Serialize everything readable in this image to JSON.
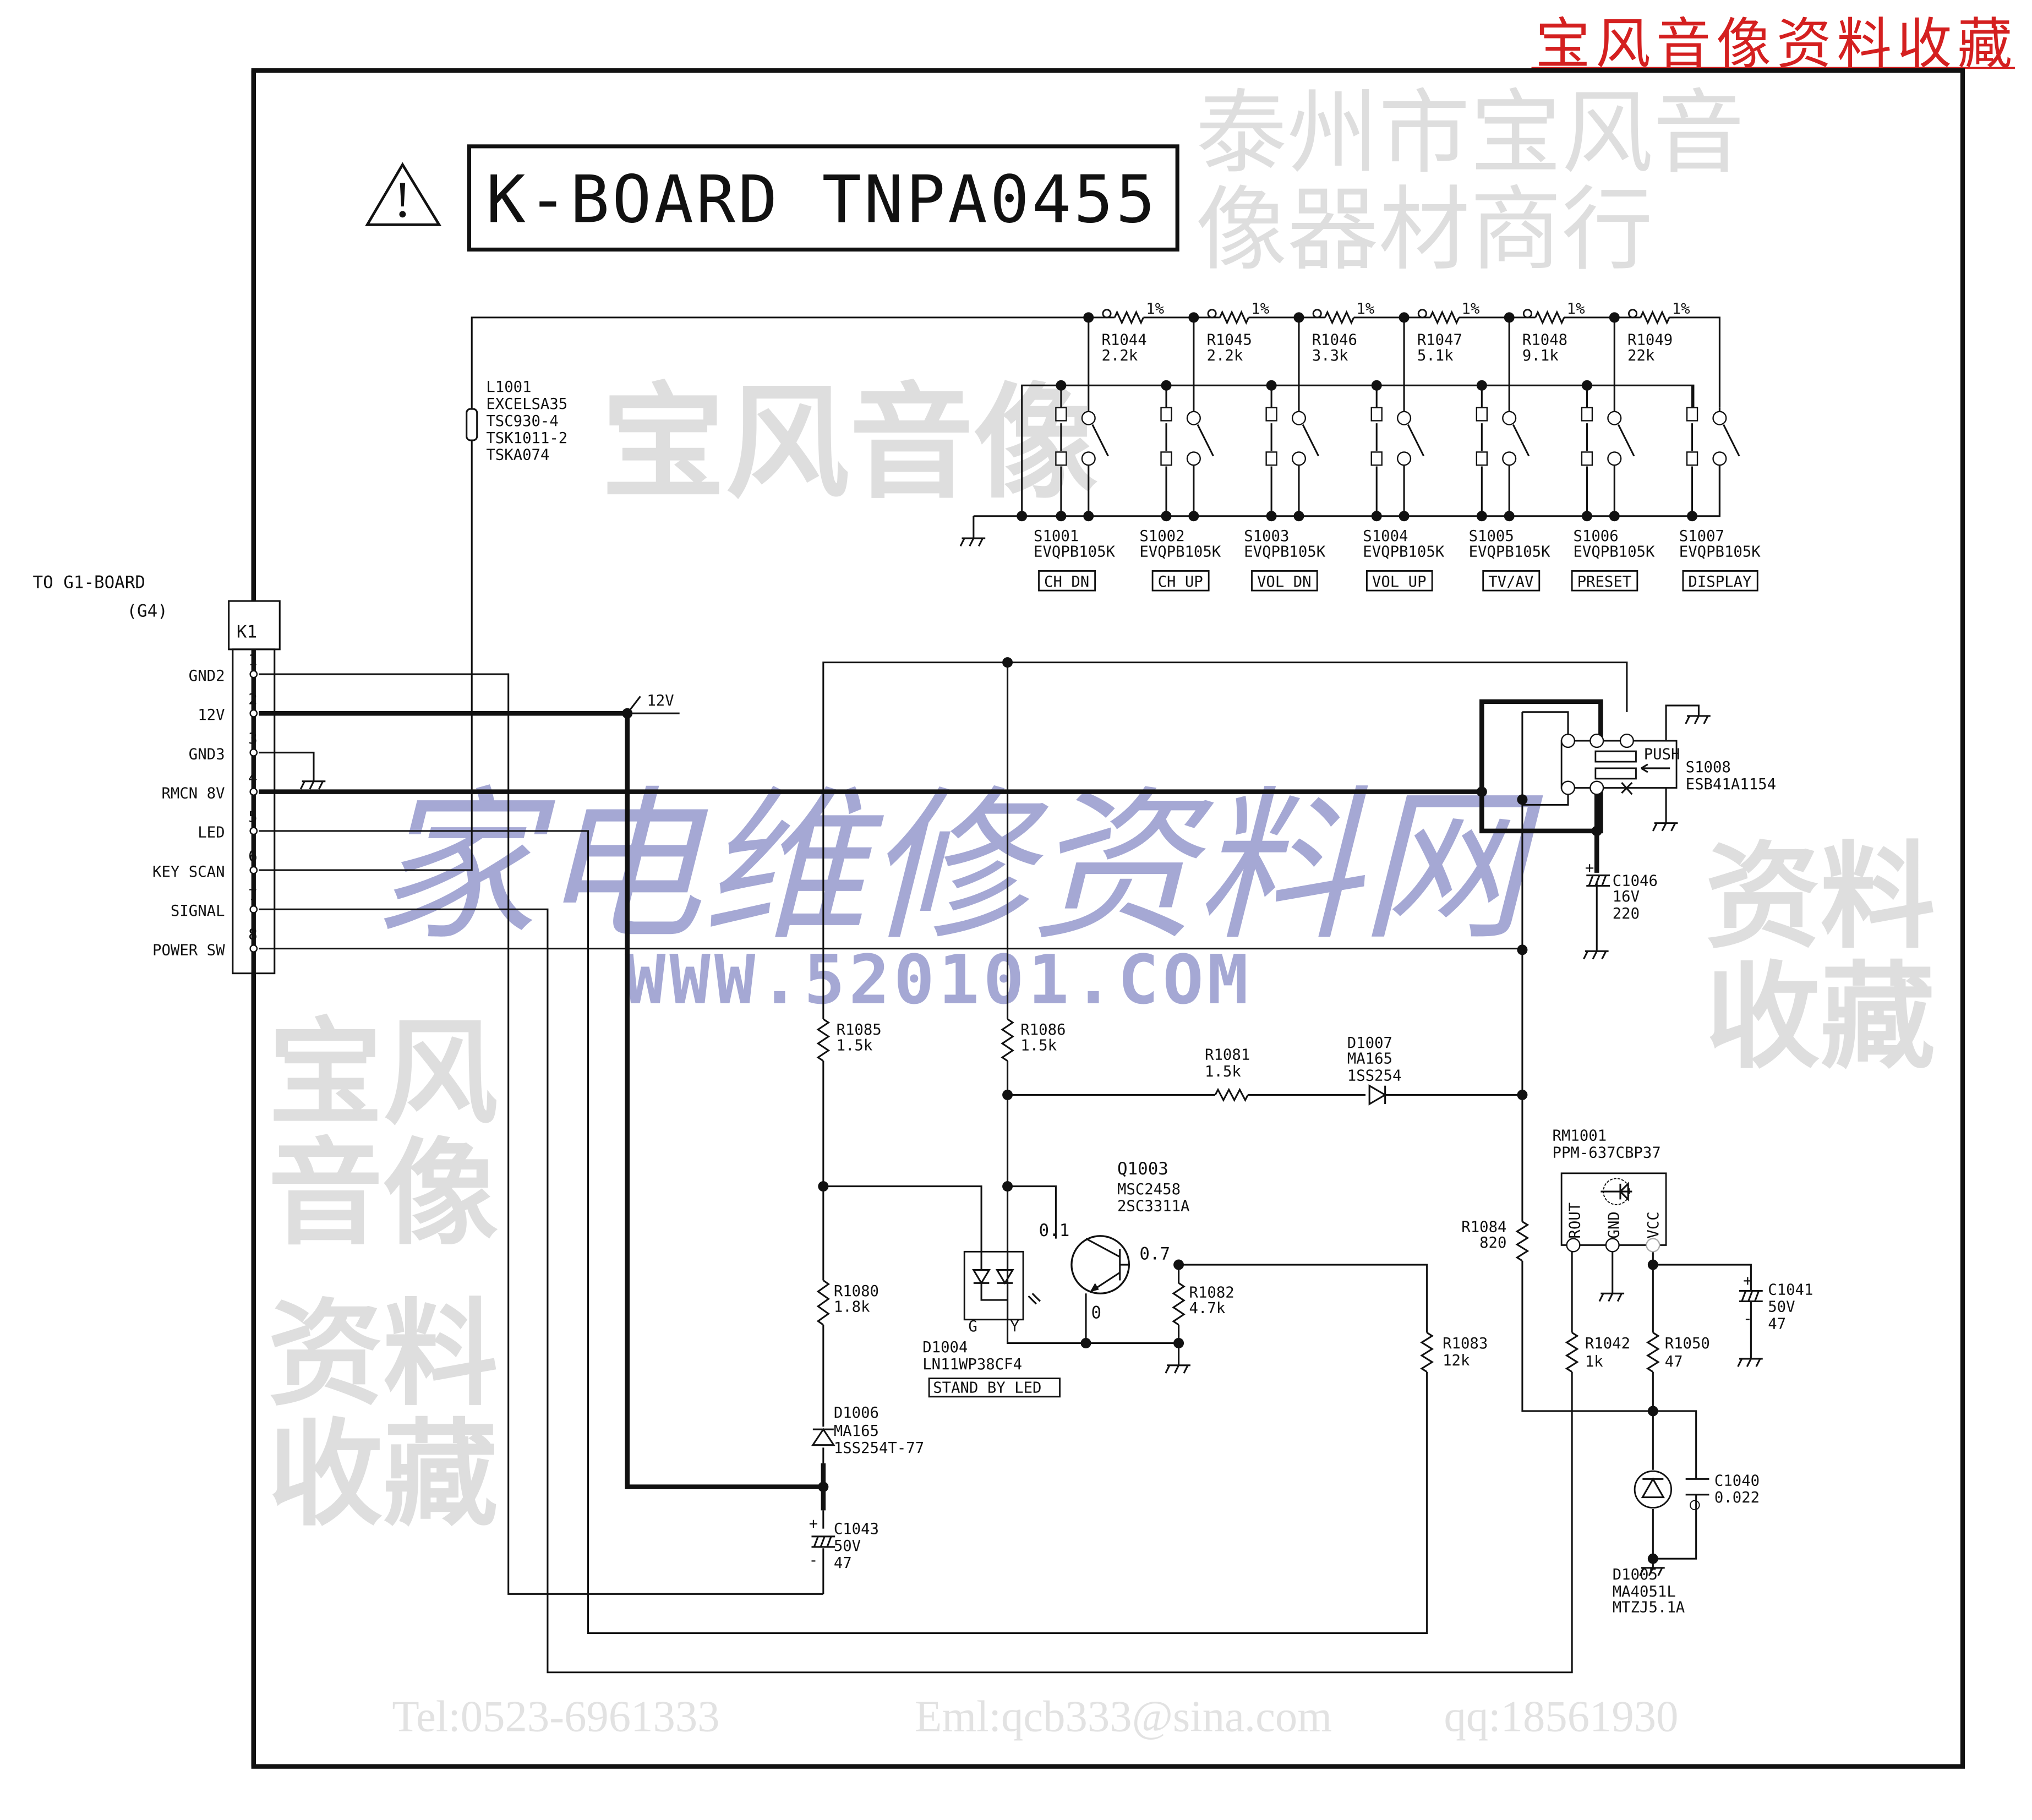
{
  "header_watermark": "宝风音像资料收藏",
  "title": "K-BOARD TNPA0455",
  "connector": {
    "title": "TO G1-BOARD",
    "subtitle": "(G4)",
    "ref": "K1",
    "pins": [
      {
        "num": "1",
        "label": "GND2"
      },
      {
        "num": "2",
        "label": "12V"
      },
      {
        "num": "3",
        "label": "GND3"
      },
      {
        "num": "4",
        "label": "RMCN 8V"
      },
      {
        "num": "5",
        "label": "LED"
      },
      {
        "num": "6",
        "label": "KEY SCAN"
      },
      {
        "num": "7",
        "label": "SIGNAL"
      },
      {
        "num": "8",
        "label": "POWER SW"
      }
    ]
  },
  "net_12v": "12V",
  "l1001": [
    "L1001",
    "EXCELSA35",
    "TSC930-4",
    "TSK1011-2",
    "TSKA074"
  ],
  "key_resistors": [
    {
      "ref": "R1044",
      "value": "2.2k",
      "tol": "1%"
    },
    {
      "ref": "R1045",
      "value": "2.2k",
      "tol": "1%"
    },
    {
      "ref": "R1046",
      "value": "3.3k",
      "tol": "1%"
    },
    {
      "ref": "R1047",
      "value": "5.1k",
      "tol": "1%"
    },
    {
      "ref": "R1048",
      "value": "9.1k",
      "tol": "1%"
    },
    {
      "ref": "R1049",
      "value": "22k",
      "tol": "1%"
    }
  ],
  "switches": [
    {
      "ref": "S1001",
      "part": "EVQPB105K",
      "function": "CH DN"
    },
    {
      "ref": "S1002",
      "part": "EVQPB105K",
      "function": "CH UP"
    },
    {
      "ref": "S1003",
      "part": "EVQPB105K",
      "function": "VOL DN"
    },
    {
      "ref": "S1004",
      "part": "EVQPB105K",
      "function": "VOL UP"
    },
    {
      "ref": "S1005",
      "part": "EVQPB105K",
      "function": "TV/AV"
    },
    {
      "ref": "S1006",
      "part": "EVQPB105K",
      "function": "PRESET"
    },
    {
      "ref": "S1007",
      "part": "EVQPB105K",
      "function": "DISPLAY"
    }
  ],
  "s1008": {
    "ref": "S1008",
    "part": "ESB41A1154",
    "push": "PUSH"
  },
  "c1046": [
    "C1046",
    "16V",
    "220"
  ],
  "r1085": [
    "R1085",
    "1.5k"
  ],
  "r1086": [
    "R1086",
    "1.5k"
  ],
  "r1081": [
    "R1081",
    "1.5k"
  ],
  "d1007": [
    "D1007",
    "MA165",
    "1SS254"
  ],
  "q1003": {
    "ref": "Q1003",
    "parts": [
      "MSC2458",
      "2SC3311A"
    ],
    "vc": "0.1",
    "vb": "0.7",
    "ve": "0"
  },
  "r1082": [
    "R1082",
    "4.7k"
  ],
  "r1080": [
    "R1080",
    "1.8k"
  ],
  "d1004": {
    "ref": "D1004",
    "part": "LN11WP38CF4",
    "function": "STAND BY LED",
    "pin_g": "G",
    "pin_y": "Y"
  },
  "d1006": [
    "D1006",
    "MA165",
    "1SS254T-77"
  ],
  "c1043": [
    "C1043",
    "50V",
    "47"
  ],
  "r1083": [
    "R1083",
    "12k"
  ],
  "r1084": [
    "R1084",
    "820"
  ],
  "rm1001": {
    "ref": "RM1001",
    "part": "PPM-637CBP37",
    "pins": [
      "ROUT",
      "GND",
      "VCC"
    ]
  },
  "c1041": [
    "C1041",
    "50V",
    "47"
  ],
  "r1042": [
    "R1042",
    "1k"
  ],
  "r1050": [
    "R1050",
    "47"
  ],
  "c1040": [
    "C1040",
    "0.022"
  ],
  "d1005": [
    "D1005",
    "MA4051L",
    "MTZJ5.1A"
  ],
  "watermarks": {
    "row1a": "宝风音像",
    "row1b": "资料收藏",
    "blue_cn": "家电维修资料网",
    "blue_url": "WWW.520101.COM",
    "row2a": "资料收藏",
    "row2b": "宝风音像",
    "shop": "泰州市宝风音像器材商行",
    "tel": "Tel:0523-6961333",
    "email": "Eml:qcb333@sina.com",
    "qq": "qq:18561930"
  },
  "colors": {
    "header_red": "#d42020",
    "watermark_blue": "#a5a8d4",
    "watermark_gray": "#dedede"
  }
}
